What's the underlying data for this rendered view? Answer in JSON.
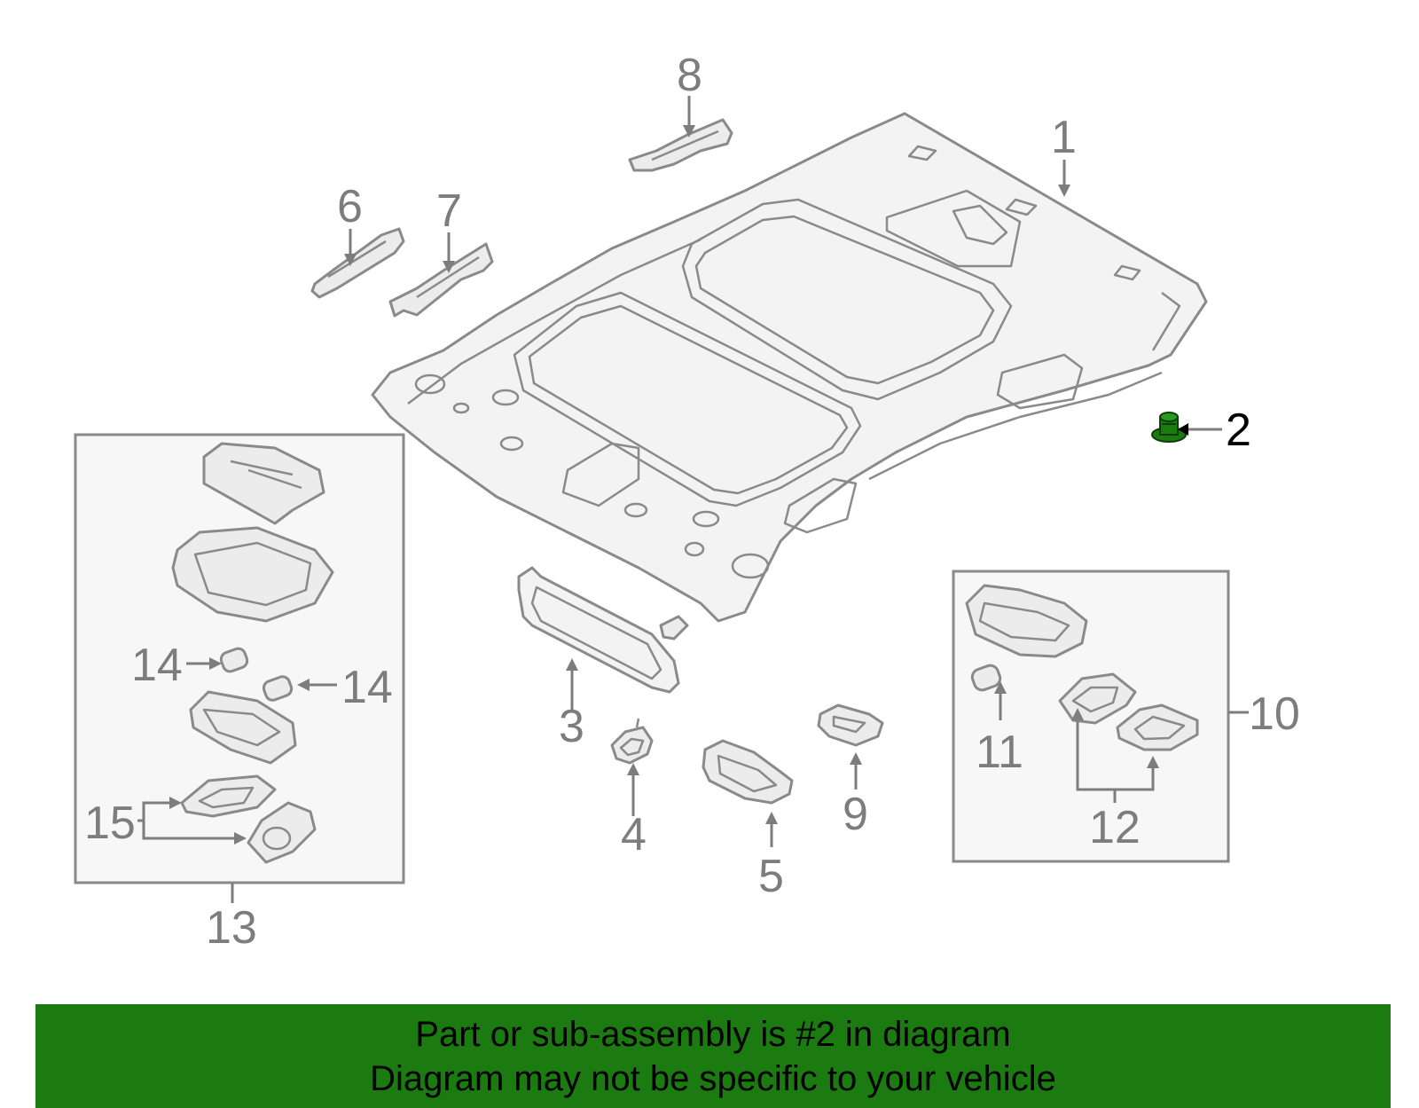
{
  "colors": {
    "banner_background": "#1b7a10",
    "highlighted_part": "#1b7a10",
    "line_art": "#8a8a8a"
  },
  "callouts": {
    "c1": "1",
    "c2": "2",
    "c3": "3",
    "c4": "4",
    "c5": "5",
    "c6": "6",
    "c7": "7",
    "c8": "8",
    "c9": "9",
    "c10": "10",
    "c11": "11",
    "c12": "12",
    "c13": "13",
    "c14a": "14",
    "c14b": "14",
    "c15": "15"
  },
  "highlighted_callout": "2",
  "banner": {
    "line1": "Part or sub-assembly is #2 in diagram",
    "line2": "Diagram may not be specific to your vehicle"
  }
}
